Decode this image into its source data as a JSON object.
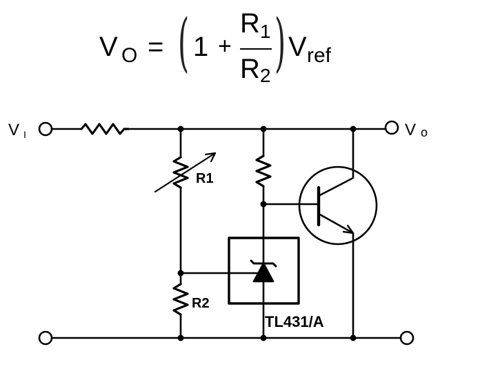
{
  "formula": {
    "lhs": "V",
    "lhs_sub": "O",
    "equals": "=",
    "one": "1",
    "plus": "+",
    "numerator": "R",
    "numerator_sub": "1",
    "denominator": "R",
    "denominator_sub": "2",
    "vref": "V",
    "vref_sub": "ref"
  },
  "schematic": {
    "input_label": "V",
    "input_label_sub": "I",
    "output_label": "V",
    "output_label_sub": "o",
    "r1_label": "R1",
    "r2_label": "R2",
    "ic_label": "TL431/A"
  }
}
